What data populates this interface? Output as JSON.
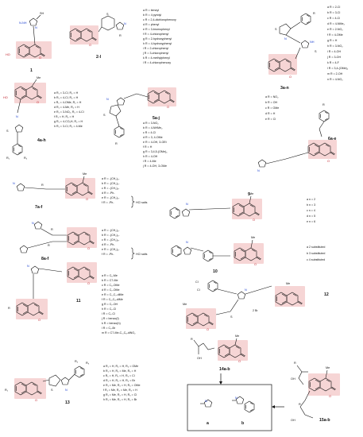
{
  "compounds": {
    "c1": {
      "number": "1",
      "atoms": {
        "sh": "SH",
        "nh": "N-NH",
        "n": "N",
        "ho": "HO",
        "o": "O"
      }
    },
    "c2": {
      "number": "2-l",
      "lines": [
        "a  R = benzyl",
        "b  R = 4 pyridyl",
        "c  R = 2,4-dichlorophenoxy",
        "d  R = phenyl",
        "e  R = 3-bromophenyl",
        "f  R = 4-chlorophenyl",
        "g  R = 2-hydroxyphenyl",
        "h  R = 4-hydroxyphenyl",
        "i  R = 2-chlorophenyl",
        "j  R = 3-chlorophenyl",
        "k  R = 4-methylphenyl",
        "l  R = 4-chlorophenoxy"
      ],
      "atoms": {
        "s": "S",
        "n": "N",
        "r": "R",
        "o": "O"
      }
    },
    "c3": {
      "number": "3a-n",
      "lines": [
        "a  R = 2-Cl",
        "b  R = 3-Cl",
        "c  R = 4-Cl",
        "d  R = 4-NMe₂",
        "e  R = 2-NO₂",
        "f  R = 4-OMe",
        "g  R = H",
        "h  R = 3-NO₂",
        "i  R = 4-OH",
        "j  R = 3-OH",
        "k  R = 4-F",
        "l  R = 3,4-(OMe)₂",
        "m  R = 2-OH",
        "n  R = 4-NO₂"
      ],
      "atoms": {
        "s": "S",
        "n": "N",
        "nh": "NH",
        "r": "R",
        "o": "O"
      }
    },
    "c4": {
      "number": "4a-h",
      "lines": [
        "a  R₁ = 3-Cl, R₂ = H",
        "b  R₁ = 4-Cl, R₂ = H",
        "c  R₁ = 4-OMe, R₂ = H",
        "d  R₁ = 4-Me, R₂ = H",
        "e  R₁ = 3-NO₂, R₂ = 4-Cl",
        "f  R₁ = H, R₂ = H",
        "g  R₁ = 4-CO₂H, R₂ = H",
        "h  R₁ = 3-Cl, R₂ = 4-Me"
      ],
      "atoms": {
        "me": "Me",
        "ho": "HO",
        "s": "S",
        "n": "N",
        "r1": "R₁",
        "r2": "R₂",
        "o": "O"
      }
    },
    "c5": {
      "number": "5a-j",
      "lines": [
        "a  R = 3-NO₂",
        "b  R = 4-NHMe₂",
        "c  R = 4-Cl",
        "d  R = 3, 4-OMe",
        "e  R = 4-OH, 3-OEt",
        "f  R = H",
        "g  R = 3,4,5-(OMe)₃",
        "h  R = 4-OH",
        "i  R = 4-Me",
        "j  R = 4-OH, 3-OMe"
      ],
      "atoms": {
        "s": "S",
        "n": "N",
        "r": "R",
        "o": "O"
      }
    },
    "c6": {
      "number": "6a-e",
      "lines": [
        "a  R = NO₂",
        "b  R = OH",
        "c  R = OMe",
        "d  R = H",
        "e  R = Cl"
      ],
      "atoms": {
        "r": "R",
        "n": "N",
        "o": "O"
      }
    },
    "c7": {
      "number": "7a-f",
      "lines": [
        "a  R = -(CH₂)₂-",
        "b  R = -(CH₂)₃-",
        "c  R = -(CH₂)₄-",
        "d  R = -Ph-",
        "e  R = -(CH₂)₂-",
        "f  R = -Ph-"
      ],
      "hcl": "HCl salts",
      "atoms": {
        "me": "Me",
        "n": "N",
        "r": "R",
        "o": "O"
      }
    },
    "c8": {
      "number": "8a-f",
      "lines": [
        "a  R = -(CH₂)₂-",
        "b  R = -(CH₂)₃-",
        "c  R = -(CH₂)₄-",
        "d  R = -Ph-",
        "e  R = -(CH₂)₂-",
        "f  R = -Ph-"
      ],
      "hcl": "HCl salts",
      "atoms": {
        "n": "N",
        "r": "R",
        "o": "O"
      }
    },
    "c9": {
      "number": "9",
      "lines": [
        "a  n = 2",
        "b  n = 3",
        "c  n = 4",
        "d  n = 5",
        "e  n = 6"
      ],
      "atoms": {
        "me": "Me",
        "n": "N",
        "o": "O"
      }
    },
    "c10": {
      "number": "10",
      "lines": [
        "a  2 substituted",
        "b  3 substituted",
        "c  4 substituted"
      ],
      "atoms": {
        "me": "Me",
        "n": "N",
        "o": "O"
      }
    },
    "c11": {
      "number": "11",
      "lines": [
        "a  R = C₆-Me",
        "b  R = C7-Me",
        "c  R = C₆-OMe",
        "d  R = C₇-OMe",
        "e  R = C₅,C₇-diMe",
        "f  R = C₆,C₈-diMe",
        "g  R = C₇-OH",
        "h  R = C₇-Cl",
        "i  R = C₇-Cl",
        "j  R = benzo(f)",
        "k  R = benzo(h)",
        "l  R = C₇-Br",
        "m  R = C7-Me-C₅,C₈-diNO₂"
      ],
      "atoms": {
        "n": "N",
        "r": "R",
        "o": "O"
      }
    },
    "c12": {
      "number": "12",
      "charge": "2 Br",
      "atoms": {
        "cl": "Cl",
        "me": "Me",
        "n": "N",
        "s": "S",
        "o": "O"
      }
    },
    "c13": {
      "number": "13",
      "lines": [
        "a  R₁ = H, R₂ = H, R₃ = OMe",
        "b  R₁ = H, R₂ = Me, R₃ = H",
        "c  R₁ = H, R₂ = H, R₃ = Cl",
        "d  R₁ = H, R₂ = H, R₃ = Br",
        "e  R₁ = Me, R₂ = H, R₃ = OMe",
        "f  R₁ = Me, R₂ = Me, R₃ = H",
        "g  R₁ = Me, R₂ = H, R₃ = Cl",
        "h  R₁ = Me, R₂ = H, R₃ = Br"
      ],
      "atoms": {
        "r1": "R₁",
        "r2": "R₂",
        "r3": "R₃",
        "s": "S",
        "n": "N",
        "o": "O"
      }
    },
    "c14": {
      "number": "14a-b",
      "atoms": {
        "oh": "OH",
        "r": "R",
        "me": "Me",
        "o": "O"
      }
    },
    "c15": {
      "number": "15a-b",
      "atoms": {
        "oh": "OH",
        "r": "R",
        "me": "Me",
        "o": "O"
      }
    },
    "key": {
      "a": "a",
      "b": "b",
      "atoms": {
        "n": "N"
      }
    }
  },
  "colors": {
    "highlight": "#f6d5d5",
    "nitrogen": "#1a3fd0",
    "oxygen": "#c0202a"
  }
}
